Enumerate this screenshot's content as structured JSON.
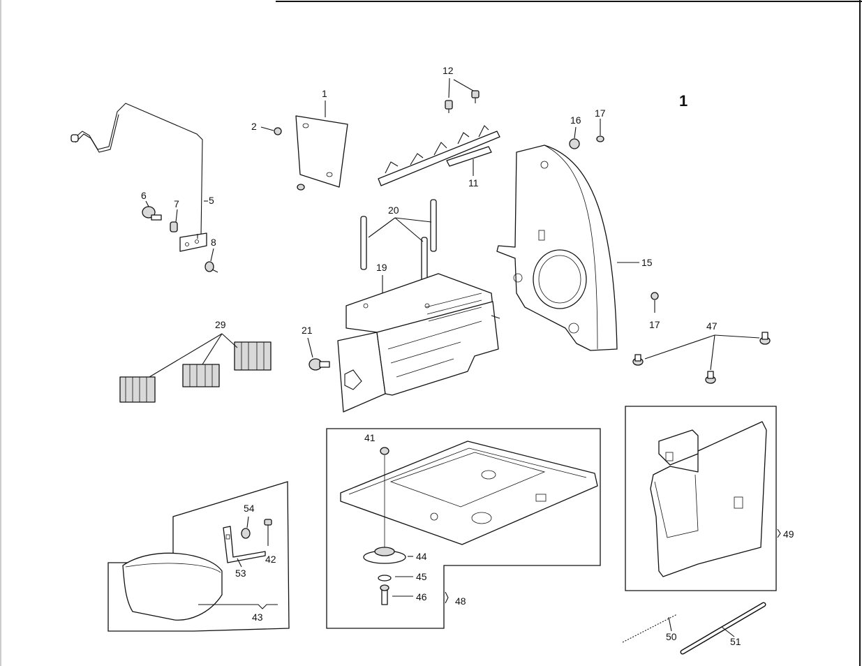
{
  "plate_number": "1",
  "callouts": {
    "c1": "1",
    "c2": "2",
    "c5": "5",
    "c6": "6",
    "c7": "7",
    "c8": "8",
    "c11": "11",
    "c12": "12",
    "c15": "15",
    "c16": "16",
    "c17a": "17",
    "c17b": "17",
    "c19": "19",
    "c20": "20",
    "c21": "21",
    "c29": "29",
    "c41": "41",
    "c42": "42",
    "c43": "43",
    "c44": "44",
    "c45": "45",
    "c46": "46",
    "c47": "47",
    "c48": "48",
    "c49": "49",
    "c50": "50",
    "c51": "51",
    "c53": "53",
    "c54": "54"
  }
}
